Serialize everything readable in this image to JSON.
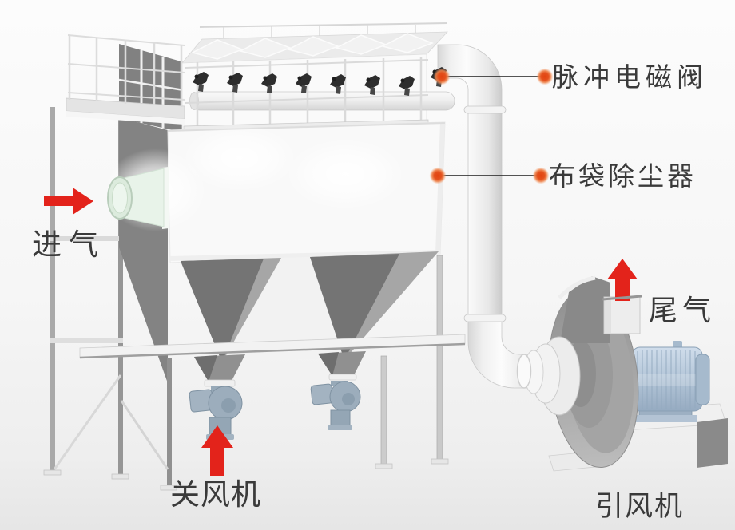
{
  "labels": {
    "pulse_valve": "脉冲电磁阀",
    "bag_filter": "布袋除尘器",
    "air_inlet": "进气",
    "exhaust": "尾气",
    "rotary_airlock": "关风机",
    "induced_draft_fan": "引风机"
  },
  "icons": {
    "inlet_arrow": "right-arrow",
    "exhaust_arrow": "up-arrow",
    "rotary_arrow": "up-arrow",
    "callout_marker": "orange-dot"
  },
  "colors": {
    "background": "#f6f6f6",
    "arrow_red": "#e3231b",
    "marker_orange": "#e4511d",
    "leader_line": "#1c1c1c",
    "label_text": "#3a3a3a",
    "machine_white": "#f7f7f7",
    "machine_gray": "#a6a6a6",
    "machine_dark_gray": "#747474",
    "motor_blue": "#b6c8da",
    "inlet_cone_green": "#e8f3e9"
  }
}
